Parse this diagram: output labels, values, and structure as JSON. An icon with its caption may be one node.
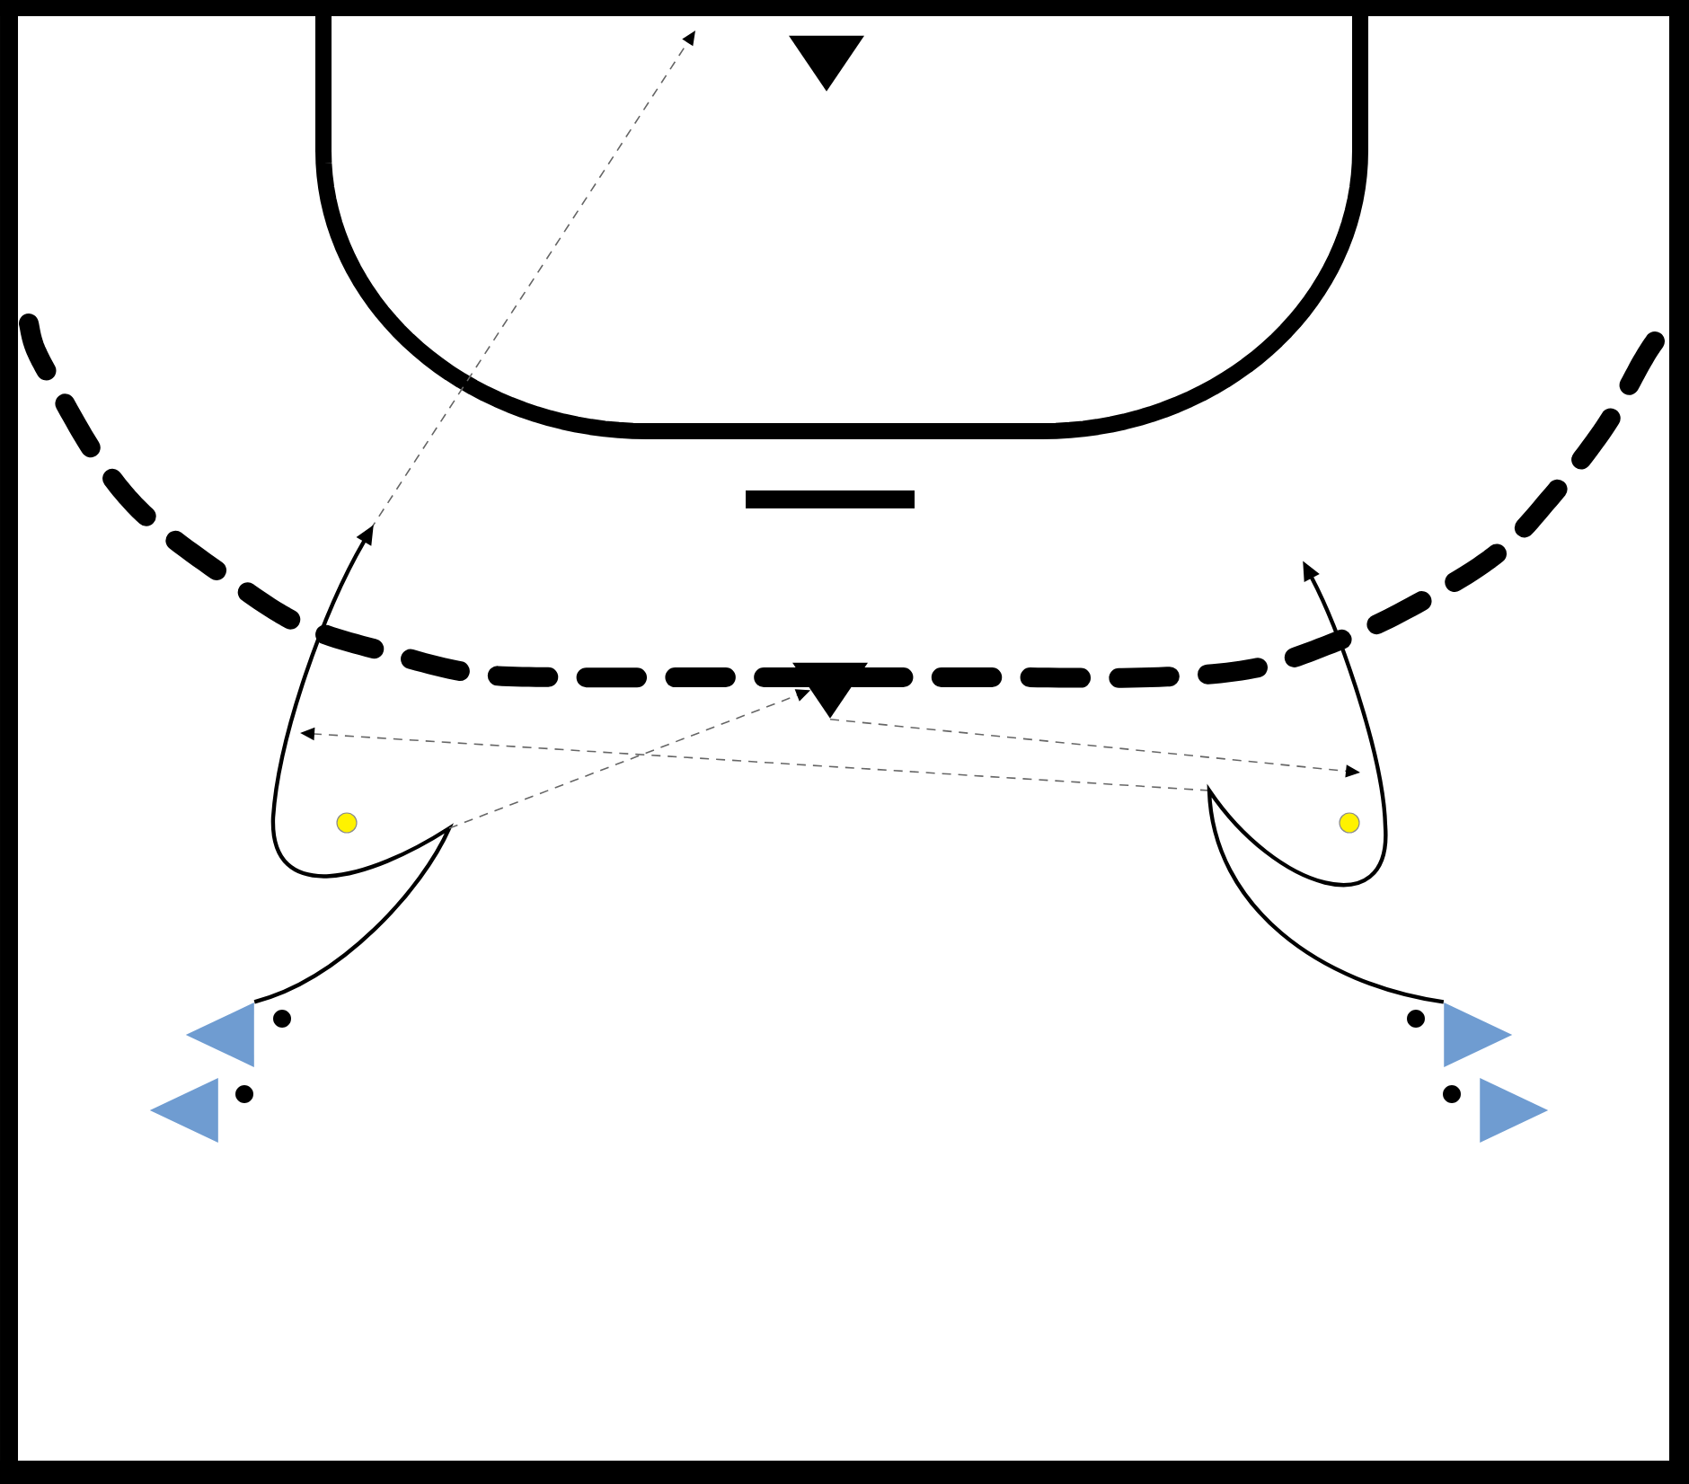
{
  "diagram": {
    "nodes": [
      {
        "text": [],
        "shape": "triangle"
      },
      {
        "text": [],
        "shape": "triangle"
      },
      {
        "text": [],
        "shape": "triangle"
      },
      {
        "text": [],
        "shape": "triangle"
      },
      {
        "text": [],
        "shape": "triangle"
      },
      {
        "text": [],
        "shape": "triangle"
      }
    ],
    "edges": [
      {
        "from": 2,
        "to": null,
        "arrow": "to"
      },
      {
        "from": 3,
        "to": null,
        "arrow": "to"
      },
      {
        "from": null,
        "to": 1,
        "arrow": "to",
        "style": "dashed",
        "color": "#666666"
      },
      {
        "from": 1,
        "to": null,
        "arrow": "to",
        "style": "dashed",
        "color": "#666666"
      }
    ]
  }
}
